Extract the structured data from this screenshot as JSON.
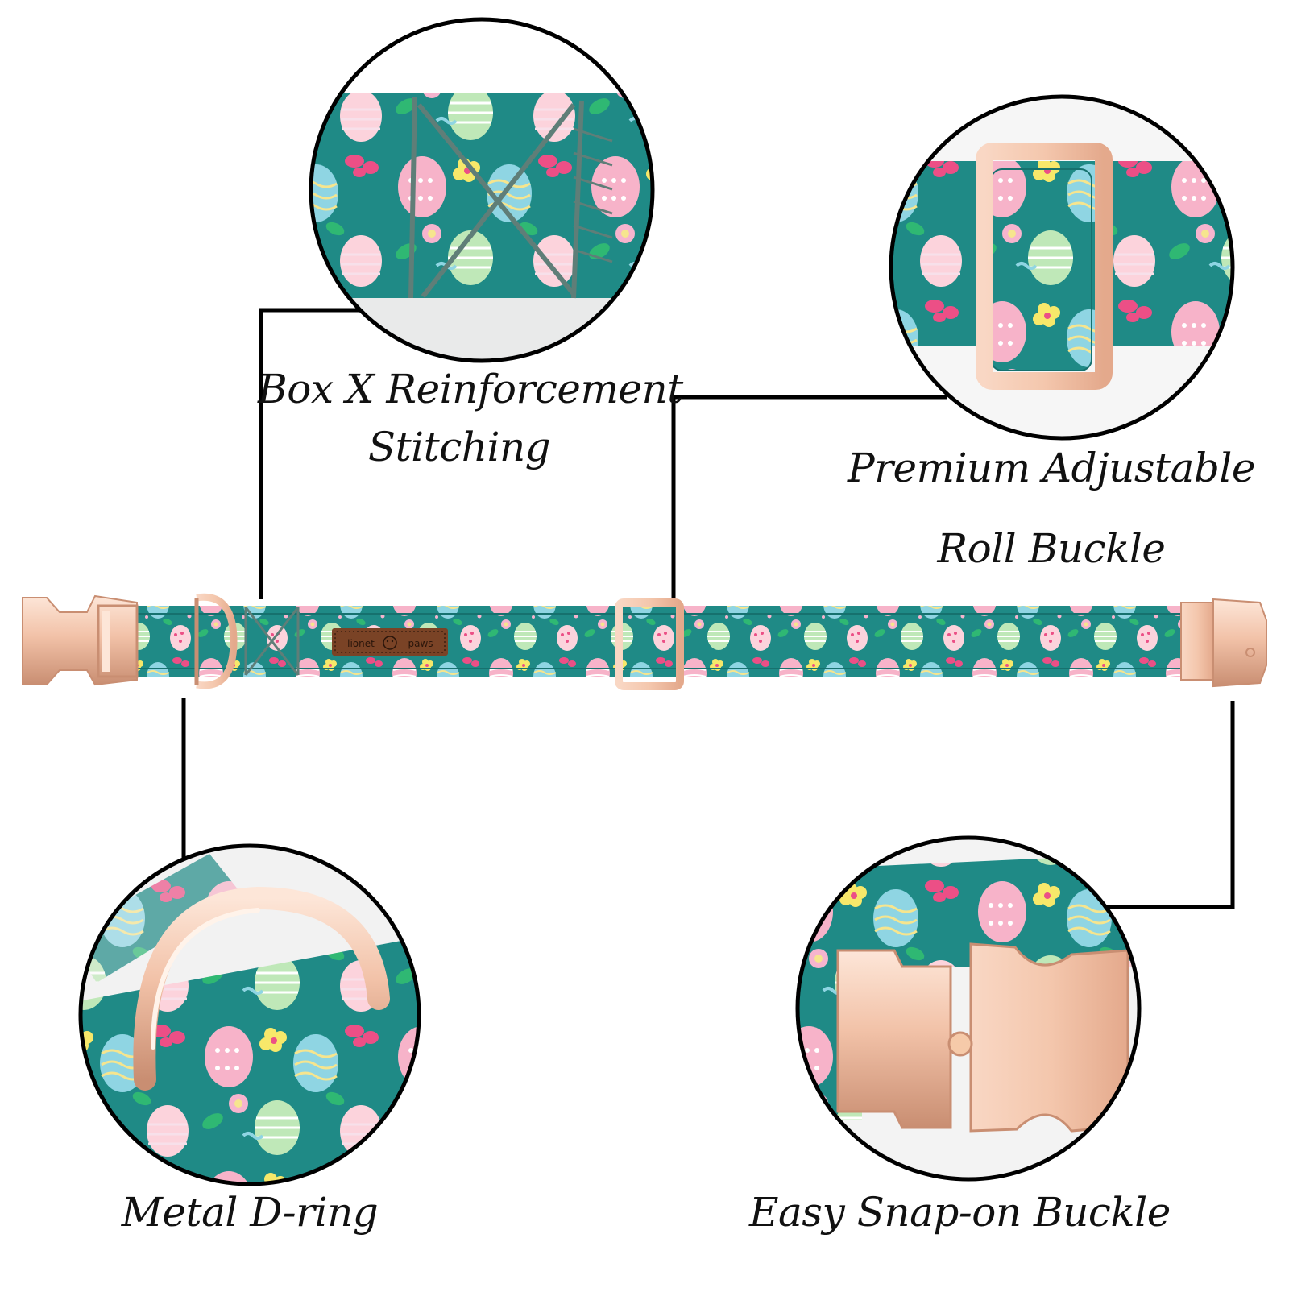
{
  "colors": {
    "background": "#ffffff",
    "fabric_teal": "#1f8a86",
    "fabric_teal_dark": "#16716e",
    "rose_gold": "#f2c2a8",
    "rose_gold_shadow": "#c98e72",
    "rose_gold_highlight": "#fde6d8",
    "egg_pink": "#f7b3c9",
    "egg_blue": "#8fd5e3",
    "egg_green": "#bfe8b8",
    "egg_yellow": "#f6e58e",
    "flower_pink": "#ec4f86",
    "flower_yellow": "#f7e86a",
    "leaf_green": "#2fb873",
    "stitch_gray": "#5f7e78",
    "connector_line": "#000000",
    "label_text": "#111111",
    "leather_tag": "#7a4326"
  },
  "product": {
    "brand_tag_left": "lionet",
    "brand_tag_right": "paws",
    "brand_tag_icon": "dog-face-icon"
  },
  "callouts": [
    {
      "id": "box-x-stitching",
      "position": "top-left",
      "lines": [
        "Box X Reinforcement",
        "Stitching"
      ]
    },
    {
      "id": "roll-buckle",
      "position": "top-right",
      "lines": [
        "Premium Adjustable",
        "Roll Buckle"
      ]
    },
    {
      "id": "d-ring",
      "position": "bottom-left",
      "lines": [
        "Metal D-ring"
      ]
    },
    {
      "id": "snap-buckle",
      "position": "bottom-right",
      "lines": [
        "Easy Snap-on Buckle"
      ]
    }
  ]
}
